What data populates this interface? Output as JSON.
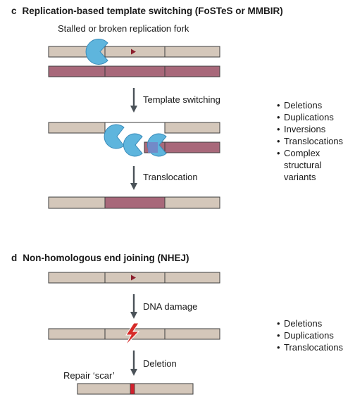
{
  "colors": {
    "strand_beige": "#d4c7ba",
    "strand_pink": "#a8687a",
    "strand_outline": "#3d3d3d",
    "protein_blue": "#5eb5dd",
    "protein_dark": "#3a8cba",
    "protein_overlap": "#7582c4",
    "arrow": "#4a5258",
    "fork_marker": "#8c1f2e",
    "scar_red": "#d11f2c",
    "lightning_red": "#d62b28"
  },
  "panel_c": {
    "letter": "c",
    "title": "Replication-based template switching (FoSTeS or MMBIR)",
    "caption": "Stalled or broken replication fork",
    "step1": "Template switching",
    "step2": "Translocation",
    "outcomes": [
      "Deletions",
      "Duplications",
      "Inversions",
      "Translocations",
      "Complex structural variants"
    ]
  },
  "panel_d": {
    "letter": "d",
    "title": "Non-homologous end joining (NHEJ)",
    "step1": "DNA damage",
    "step2": "Deletion",
    "scar_label": "Repair ‘scar’",
    "outcomes": [
      "Deletions",
      "Duplications",
      "Translocations"
    ]
  }
}
